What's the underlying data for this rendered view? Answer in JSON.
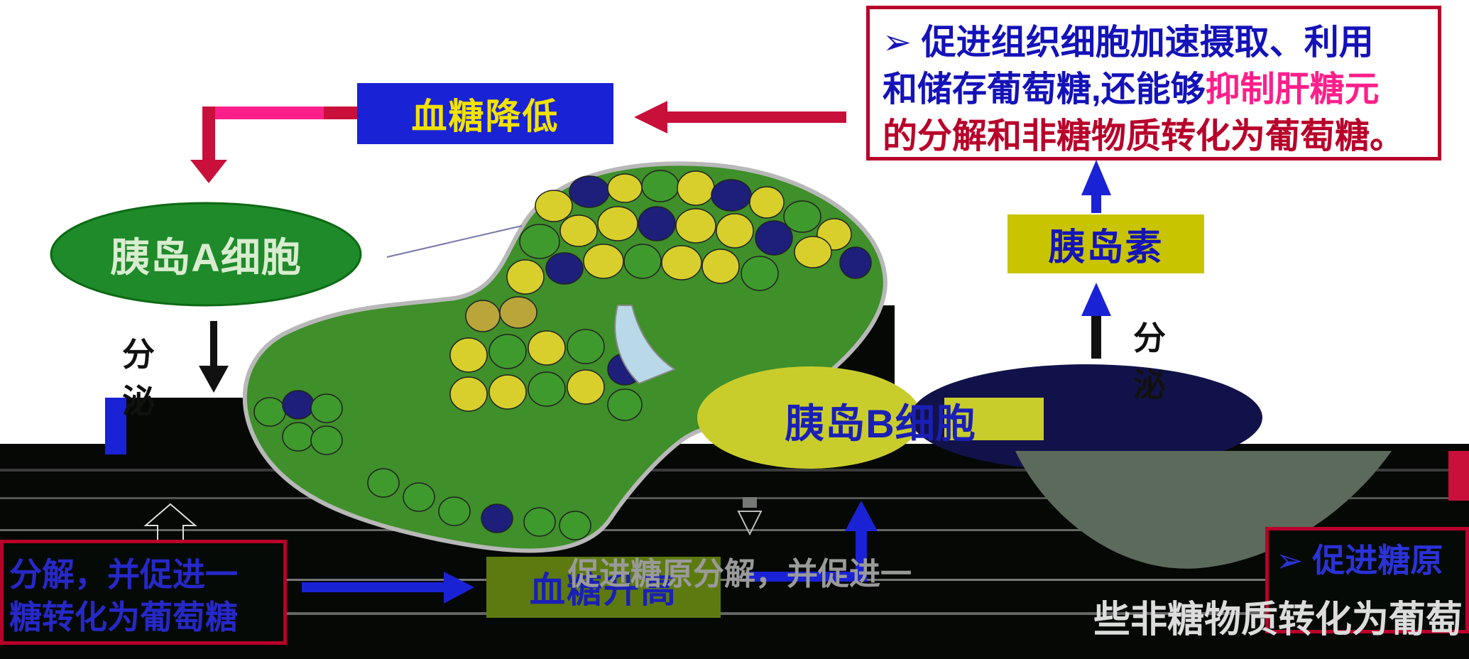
{
  "labels": {
    "glucose_low": "血糖降低",
    "glucose_high": "血糖升高",
    "insulin": "胰岛素",
    "alpha_cell": "胰岛A细胞",
    "beta_cell": "胰岛B细胞",
    "secrete_left": "分 泌",
    "secrete_right": "分 泌"
  },
  "note_top": {
    "bullet": "➢",
    "line1": "促进组织细胞加速摄取、利用",
    "line2_a": "和储存葡萄糖,还能够",
    "line2_b": "抑制肝糖元",
    "line3": "的分解和非糖物质转化为葡萄糖。"
  },
  "note_left": {
    "line1": "分解，并促进一",
    "line2": "糖转化为葡萄糖"
  },
  "note_right": {
    "line1": "➢ 促进糖原",
    "line2": "些非糖物质转化为葡萄"
  },
  "ghost_text": "促进糖原分解，并促进一",
  "colors": {
    "blue": "#1a22d6",
    "yellow": "#c9c400",
    "crimson": "#c8103a",
    "pink": "#ff1f8a",
    "green": "#1e8a2a",
    "navy": "#12124a",
    "black_band": "#050805"
  }
}
